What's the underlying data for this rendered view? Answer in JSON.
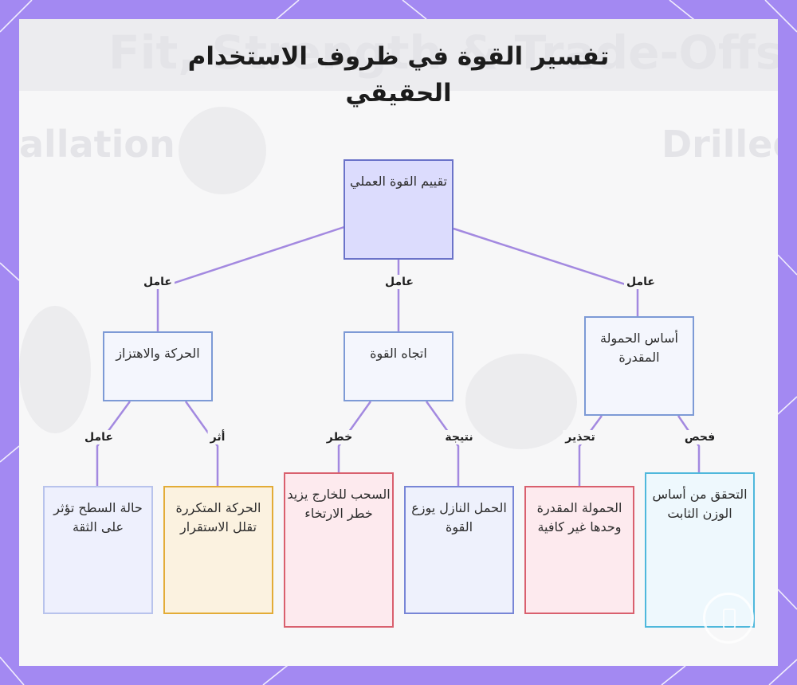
{
  "title": "تفسير القوة في ظروف الاستخدام الحقيقي",
  "nodes": {
    "root": "تقييم القوة العملي",
    "motion": "الحركة والاهتزاز",
    "direction": "اتجاه القوة",
    "basis": "أساس الحمولة المقدرة",
    "surface": "حالة السطح تؤثر على الثقة",
    "repeated": "الحركة المتكررة تقلل الاستقرار",
    "pullout": "السحب للخارج يزيد خطر الارتخاء",
    "downward": "الحمل النازل يوزع القوة",
    "rated_load": "الحمولة المقدرة وحدها غير كافية",
    "check_weight": "التحقق من أساس الوزن الثابت"
  },
  "edge_labels": {
    "root_motion": "عامل",
    "root_direction": "عامل",
    "root_basis": "عامل",
    "motion_surface": "عامل",
    "motion_repeated": "أثر",
    "direction_pullout": "خطر",
    "direction_downward": "نتيجة",
    "basis_rated": "تحذير",
    "basis_check": "فحص"
  },
  "background_text": {
    "banner": "Fit, Strength & Trade-Offs",
    "left": "allation",
    "right": "Drilled"
  },
  "colors": {
    "frame": "#a389f2",
    "edge": "#a389e0",
    "root_fill": "#dcdcfd"
  }
}
